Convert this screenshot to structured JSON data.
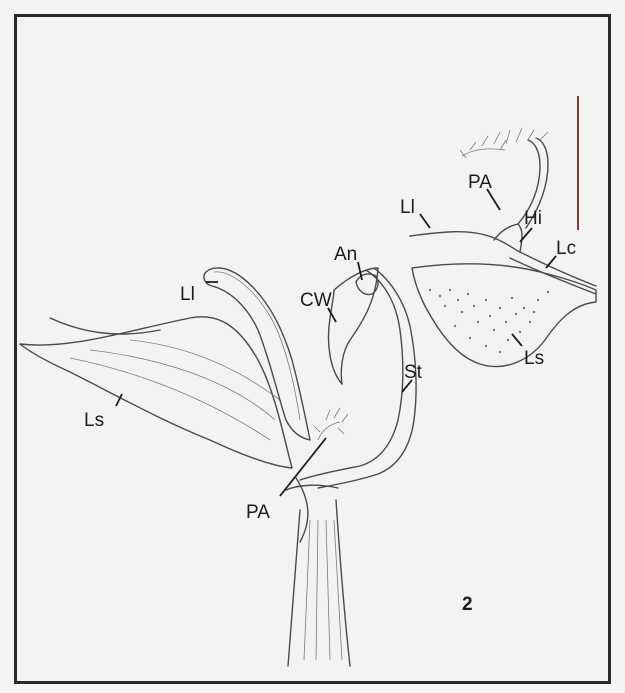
{
  "figure": {
    "number": "2",
    "labels": {
      "PA_inset": "PA",
      "Ll_inset": "Ll",
      "Hi": "Hi",
      "Lc": "Lc",
      "Ls_inset": "Ls",
      "An": "An",
      "Ll_main": "Ll",
      "CW": "CW",
      "St": "St",
      "Ls_main": "Ls",
      "PA_main": "PA"
    }
  },
  "colors": {
    "background": "#f3f3f1",
    "ink": "#1c1c1c",
    "scale_bar": "#8b3a2f"
  }
}
